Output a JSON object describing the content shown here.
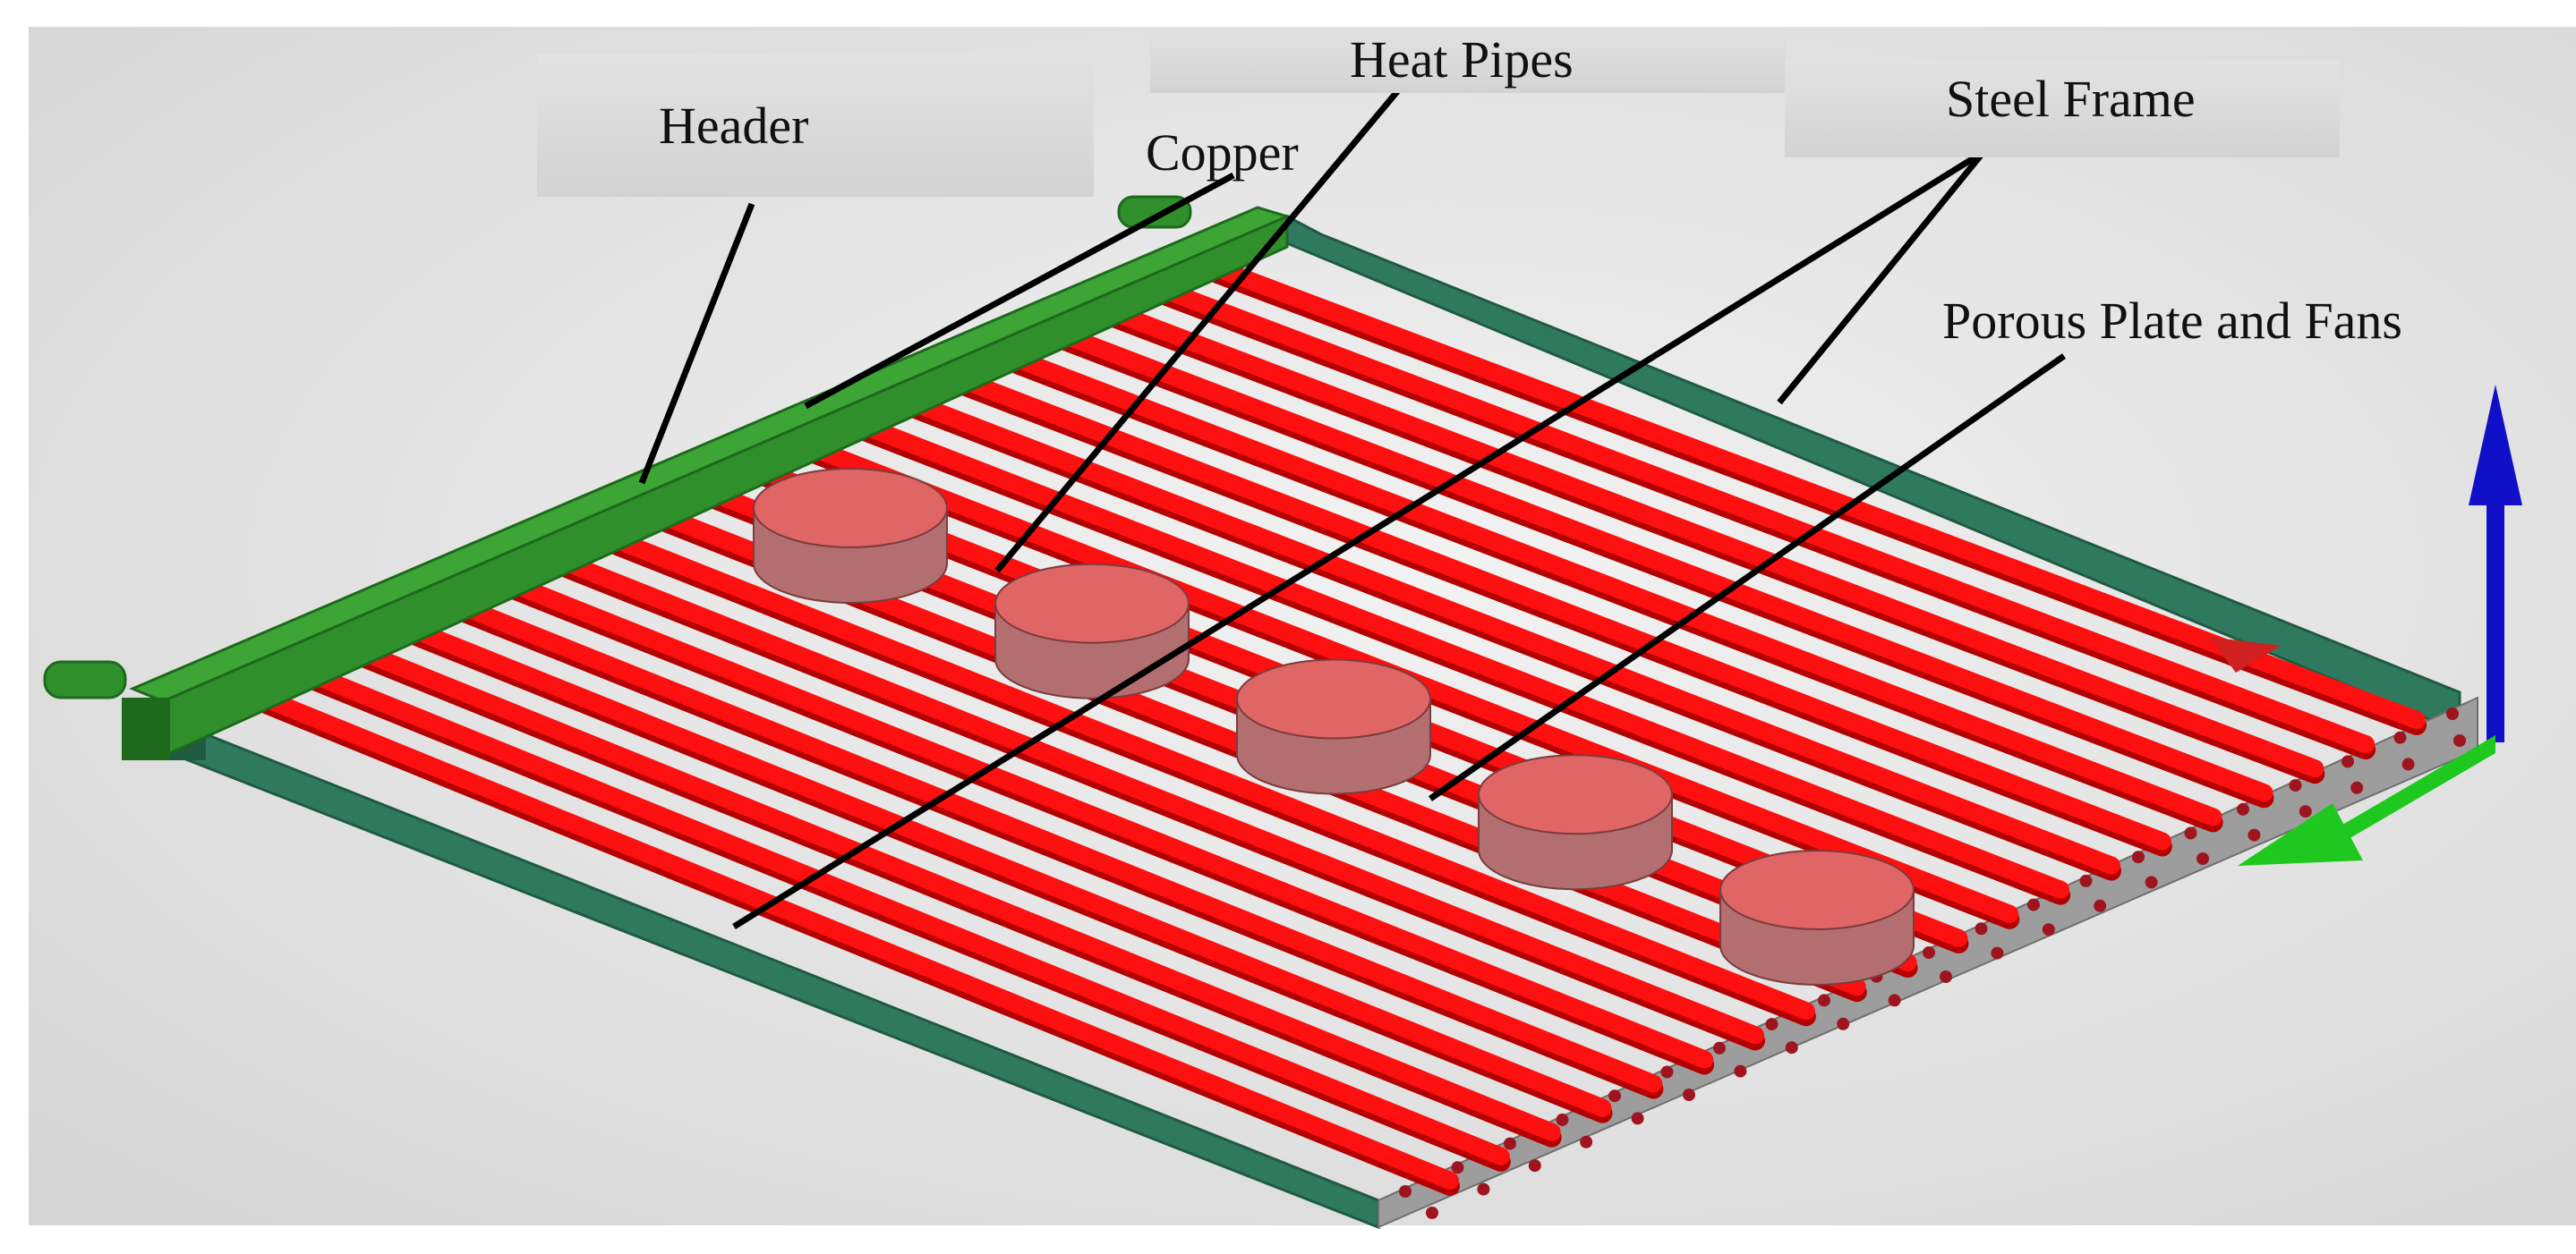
{
  "labels": {
    "header": "Header",
    "copper": "Copper",
    "heat_pipes": "Heat Pipes",
    "steel_frame": "Steel Frame",
    "porous_plate_and_fans": "Porous Plate and Fans"
  },
  "colors": {
    "frame": "#2f7a5e",
    "frame_dark": "#1f5a43",
    "header": "#2f8f2a",
    "header_dark": "#1e6a1c",
    "heat_pipe": "#ff1010",
    "heat_pipe_shade": "#b30000",
    "fan_top": "#e06565",
    "fan_side": "#b36e70",
    "plate_edge": "#9d9d9d",
    "hole": "#9e1520",
    "axis_blue": "#1010c8",
    "axis_green": "#1fc81f",
    "axis_red": "#d02020",
    "background": "#e4e4e4",
    "leader": "#000000"
  },
  "counts": {
    "heat_pipes": 20,
    "fans": 5
  }
}
